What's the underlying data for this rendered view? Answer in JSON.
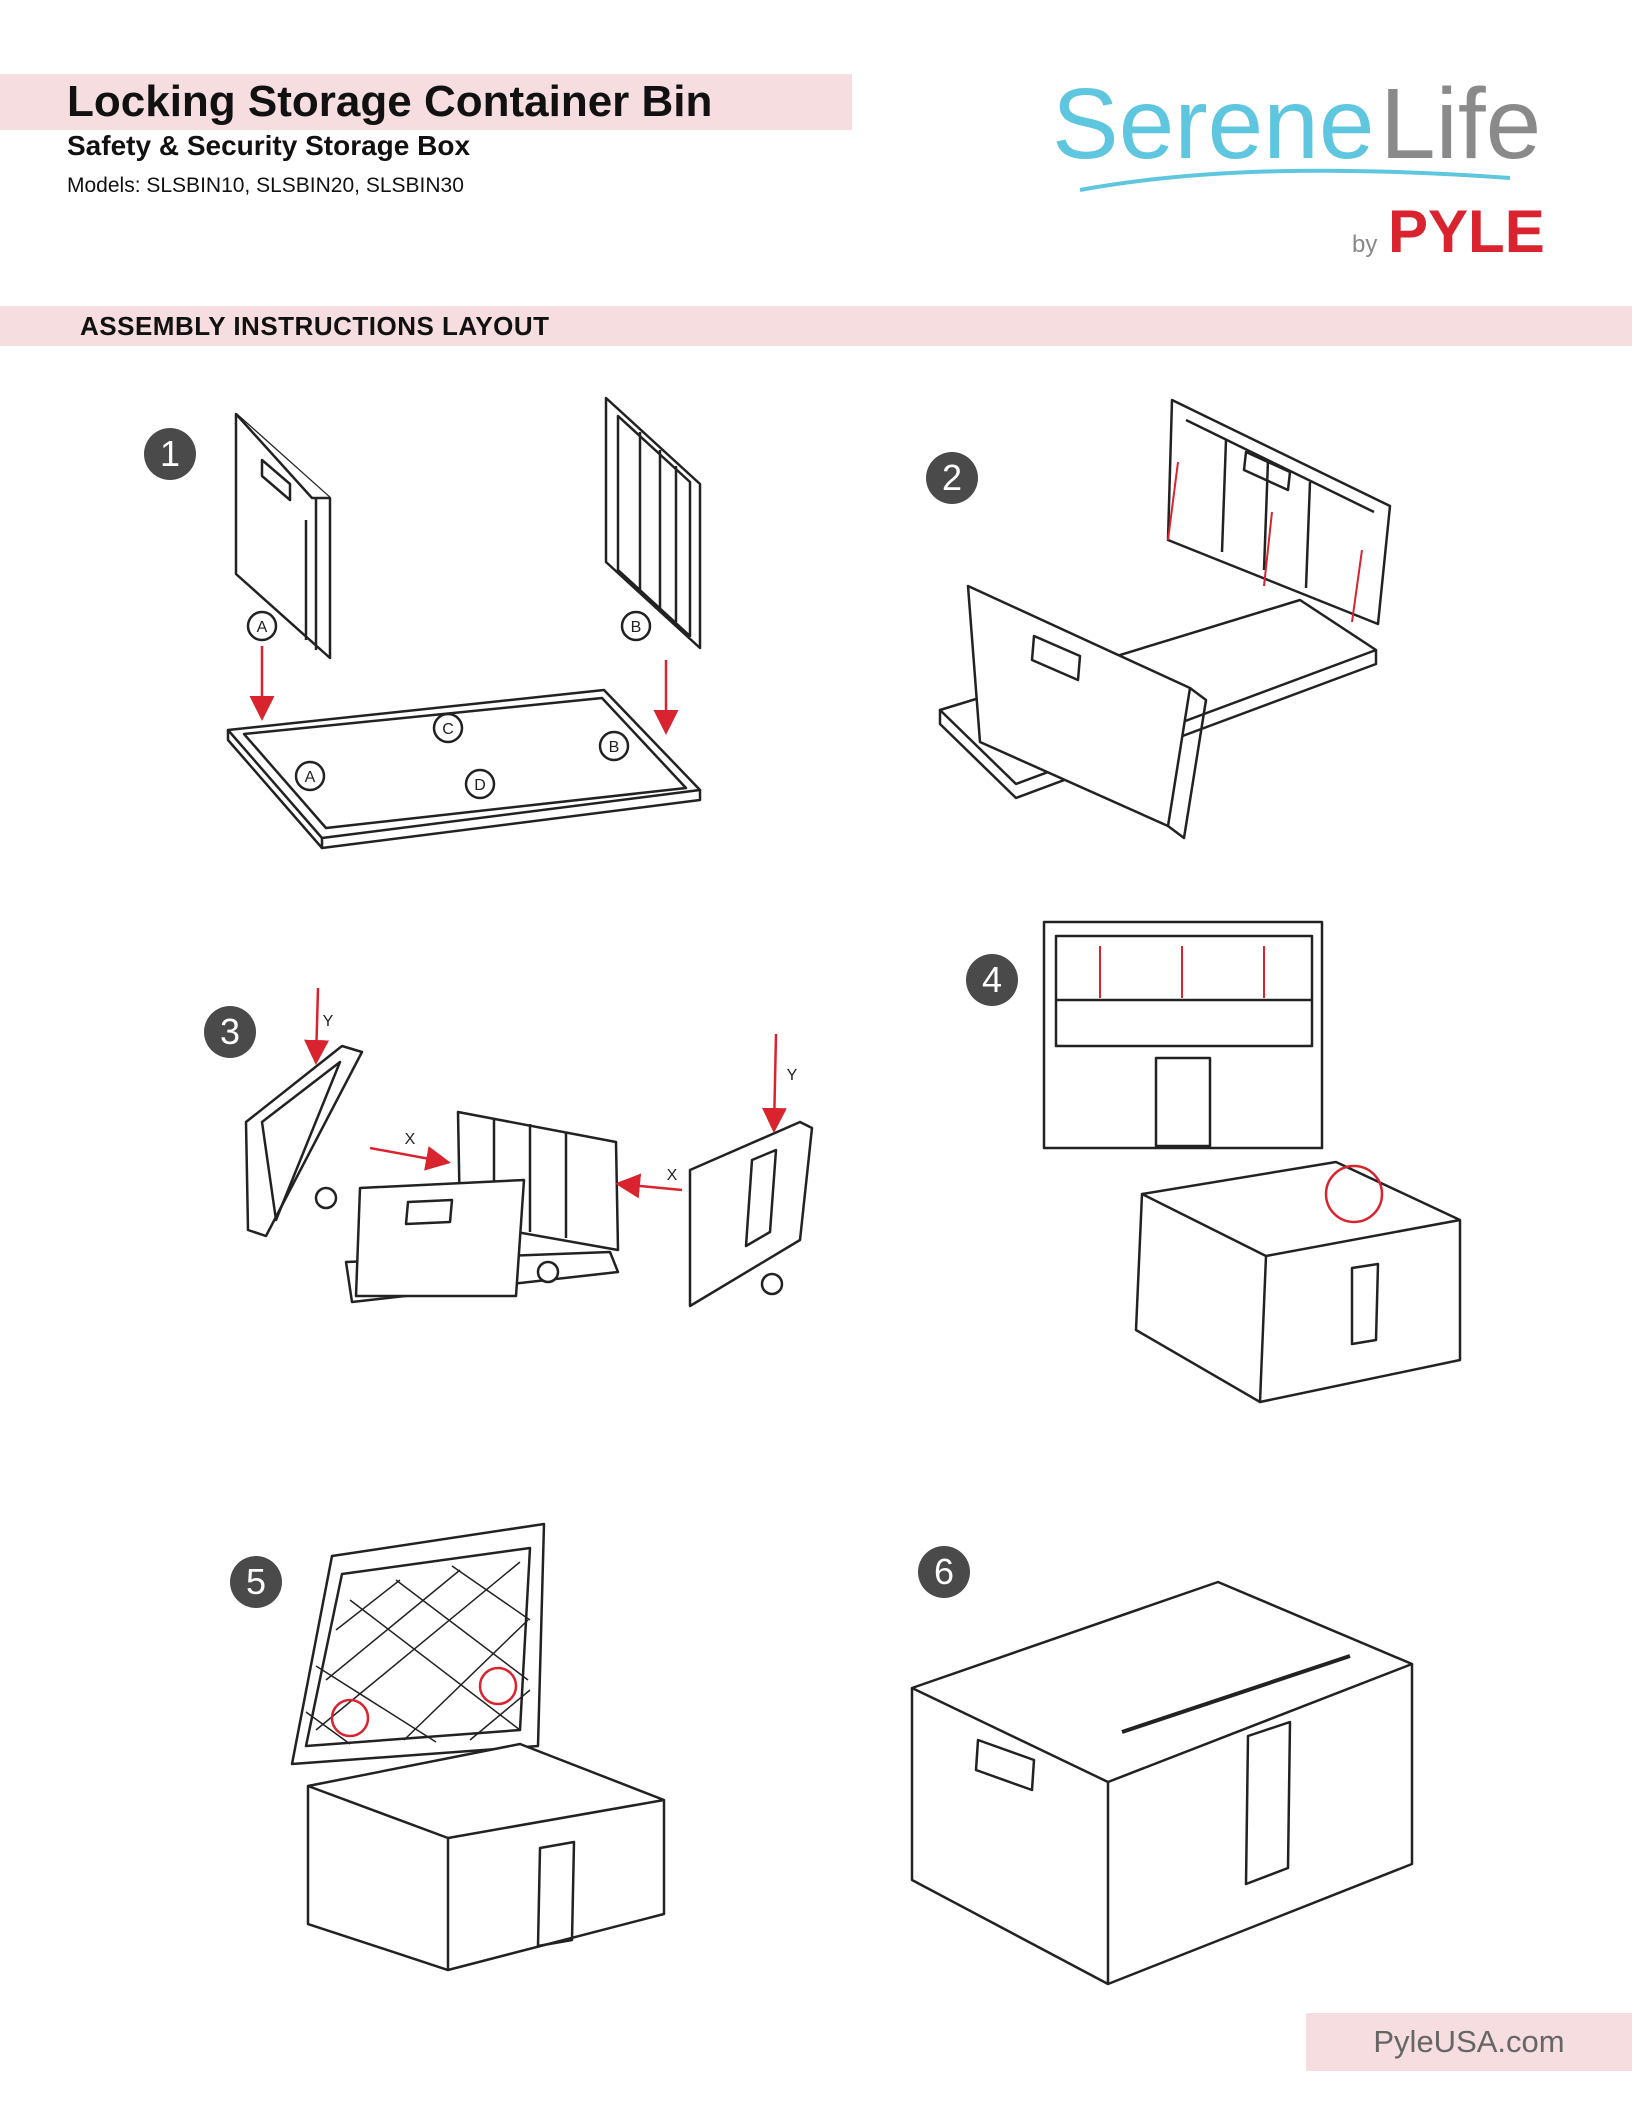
{
  "header": {
    "title": "Locking Storage Container Bin",
    "subtitle": "Safety & Security Storage Box",
    "models": "Models: SLSBIN10, SLSBIN20, SLSBIN30"
  },
  "logo": {
    "brand_part1": "Serene",
    "brand_part2": "Life",
    "by": "by",
    "maker": "PYLE",
    "brand_color": "#5fc6df",
    "maker_color": "#d9232e"
  },
  "section": {
    "title": "ASSEMBLY INSTRUCTIONS LAYOUT"
  },
  "steps": [
    {
      "number": "1",
      "labels": [
        "A",
        "B",
        "C",
        "D",
        "A",
        "B"
      ]
    },
    {
      "number": "2"
    },
    {
      "number": "3",
      "labels": [
        "Y",
        "X",
        "X",
        "Y"
      ]
    },
    {
      "number": "4"
    },
    {
      "number": "5"
    },
    {
      "number": "6"
    }
  ],
  "footer": {
    "url": "PyleUSA.com"
  },
  "colors": {
    "band": "#f6dde0",
    "arrow": "#d9232e",
    "badge": "#4a4a4a",
    "line": "#222222"
  }
}
